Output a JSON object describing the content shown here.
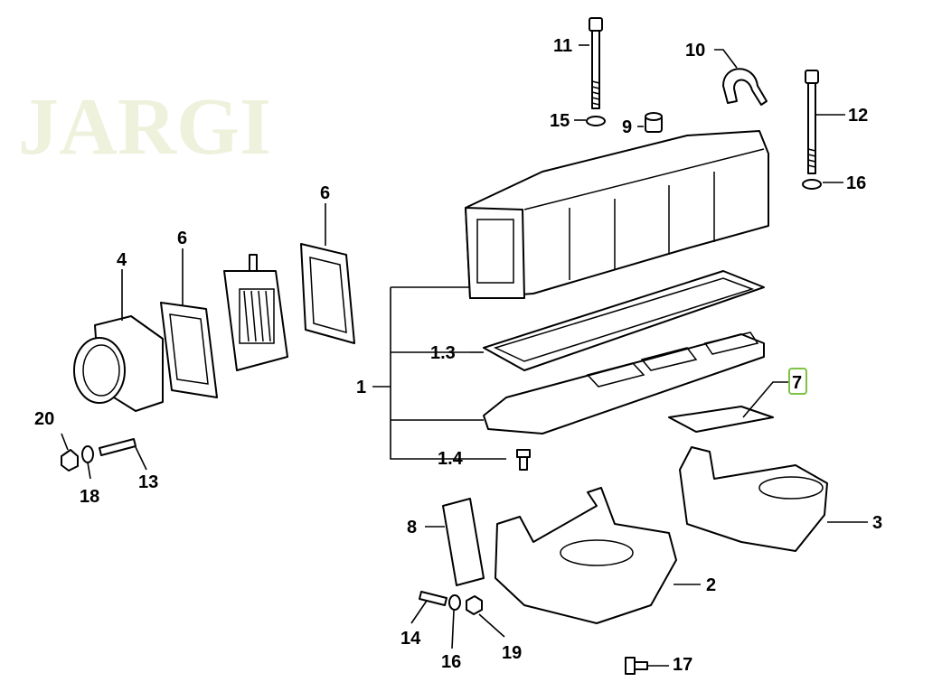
{
  "diagram": {
    "watermark": "JARGI",
    "highlight_color": "#7dc242",
    "callouts": [
      {
        "id": "11",
        "text": "11"
      },
      {
        "id": "10",
        "text": "10"
      },
      {
        "id": "12",
        "text": "12"
      },
      {
        "id": "15",
        "text": "15"
      },
      {
        "id": "9",
        "text": "9"
      },
      {
        "id": "16a",
        "text": "16"
      },
      {
        "id": "6a",
        "text": "6"
      },
      {
        "id": "6b",
        "text": "6"
      },
      {
        "id": "4",
        "text": "4"
      },
      {
        "id": "1.3",
        "text": "1.3"
      },
      {
        "id": "1",
        "text": "1"
      },
      {
        "id": "7",
        "text": "7",
        "highlighted": true
      },
      {
        "id": "20",
        "text": "20"
      },
      {
        "id": "1.4",
        "text": "1.4"
      },
      {
        "id": "18",
        "text": "18"
      },
      {
        "id": "13",
        "text": "13"
      },
      {
        "id": "8",
        "text": "8"
      },
      {
        "id": "3",
        "text": "3"
      },
      {
        "id": "2",
        "text": "2"
      },
      {
        "id": "14",
        "text": "14"
      },
      {
        "id": "16b",
        "text": "16"
      },
      {
        "id": "19",
        "text": "19"
      },
      {
        "id": "17",
        "text": "17"
      }
    ]
  }
}
